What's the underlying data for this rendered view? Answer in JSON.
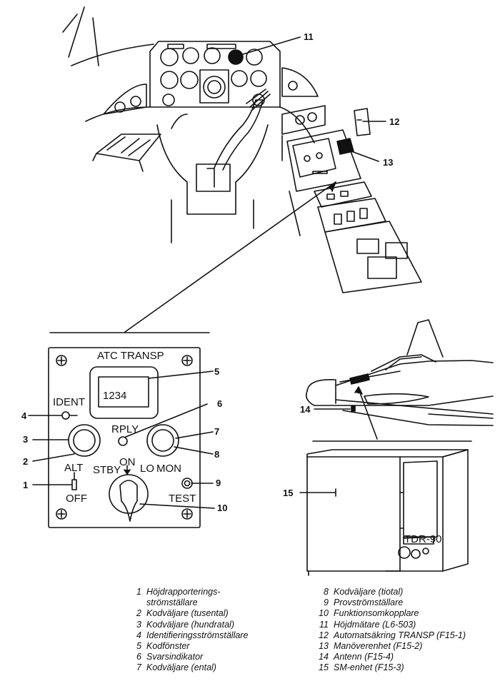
{
  "panel": {
    "title": "ATC TRANSP",
    "code_display": "1234",
    "ident_label": "IDENT",
    "rply_label": "RPLY",
    "alt_label": "ALT",
    "off_label": "OFF",
    "stby_label": "STBY",
    "on_label": "ON",
    "lo_label": "LO",
    "mon_label": "MON",
    "test_label": "TEST"
  },
  "unit_plate": "TDR-90",
  "callouts": [
    "1",
    "2",
    "3",
    "4",
    "5",
    "6",
    "7",
    "8",
    "9",
    "10",
    "11",
    "12",
    "13",
    "14",
    "15"
  ],
  "legend": {
    "left": [
      {
        "num": "1",
        "text": "Höjdrapporterings-"
      },
      {
        "num": "",
        "text": "strömställare"
      },
      {
        "num": "2",
        "text": "Kodväljare (tusental)"
      },
      {
        "num": "3",
        "text": "Kodväljare (hundratal)"
      },
      {
        "num": "4",
        "text": "Identifieringsströmställare"
      },
      {
        "num": "5",
        "text": "Kodfönster"
      },
      {
        "num": "6",
        "text": "Svarsindikator"
      },
      {
        "num": "7",
        "text": "Kodväljare (ental)"
      }
    ],
    "right": [
      {
        "num": "8",
        "text": "Kodväljare (tiotal)"
      },
      {
        "num": "9",
        "text": "Provströmställare"
      },
      {
        "num": "10",
        "text": "Funktionsomkopplare"
      },
      {
        "num": "11",
        "text": "Höjdmätare (L6-503)"
      },
      {
        "num": "12",
        "text": "Automatsäkring TRANSP (F15-1)"
      },
      {
        "num": "13",
        "text": "Manöverenhet (F15-2)"
      },
      {
        "num": "14",
        "text": "Antenn (F15-4)"
      },
      {
        "num": "15",
        "text": "SM-enhet (F15-3)"
      }
    ]
  }
}
